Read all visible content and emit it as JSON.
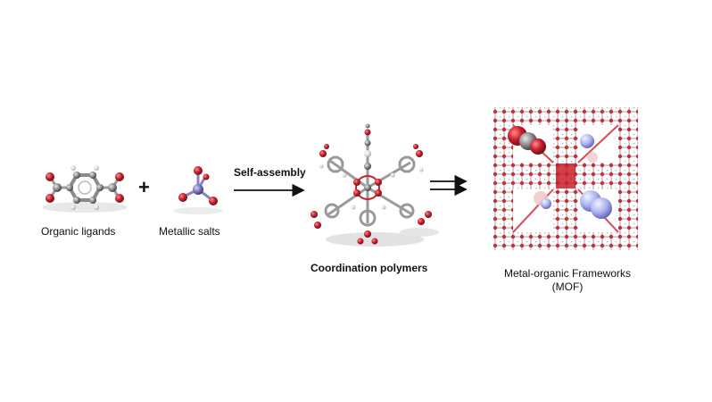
{
  "labels": {
    "organic_ligands": "Organic ligands",
    "metallic_salts": "Metallic salts",
    "plus": "+",
    "self_assembly": "Self-assembly",
    "coordination_polymers": "Coordination polymers",
    "mof_line1": "Metal-organic Frameworks",
    "mof_line2": "(MOF)"
  },
  "colors": {
    "oxygen": "#c8202c",
    "carbon": "#8a8a8a",
    "hydrogen": "#e6e6e6",
    "metal": "#7a72b8",
    "guest": "#aab0f0",
    "arrow": "#111111"
  }
}
